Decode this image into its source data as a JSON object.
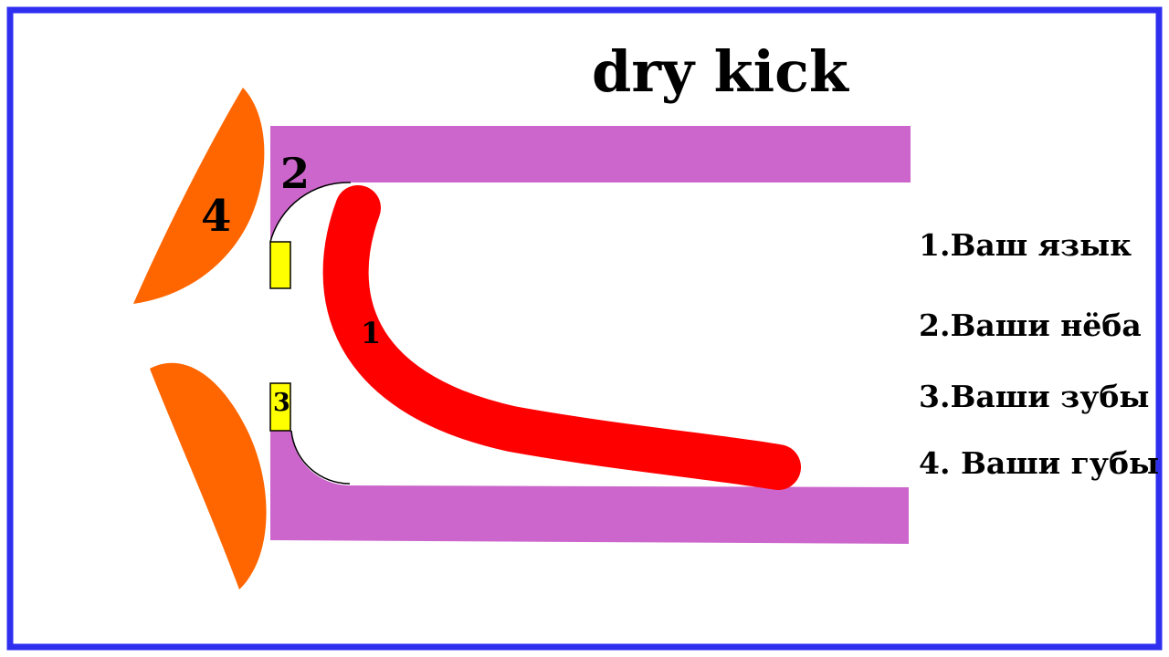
{
  "title": "dry kick",
  "markers": {
    "tongue": "1",
    "palate": "2",
    "teeth": "3",
    "lips": "4"
  },
  "legend": [
    "1.Ваш язык",
    "2.Ваши нёба",
    "3.Ваши зубы",
    "4. Ваши губы"
  ],
  "colors": {
    "frame": "#2f2ff0",
    "palate": "#cc66cc",
    "tongue": "#ff0000",
    "lips": "#ff6600",
    "teeth": "#ffff00"
  }
}
